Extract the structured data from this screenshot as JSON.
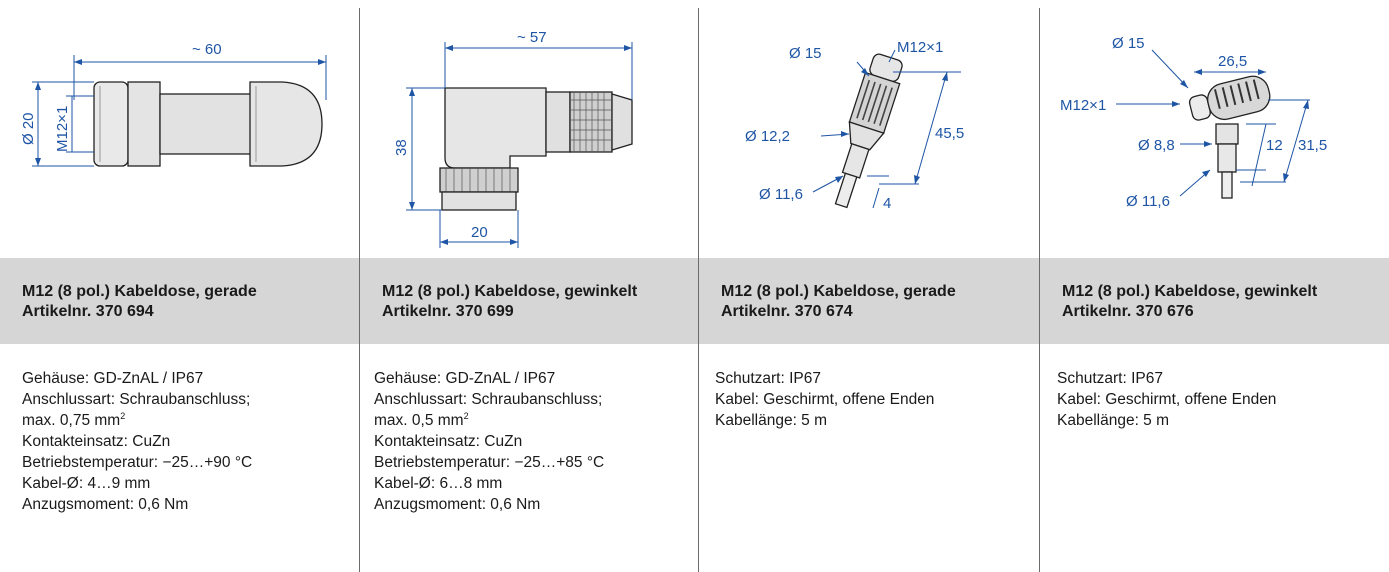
{
  "products": [
    {
      "title": "M12 (8 pol.) Kabeldose, gerade",
      "article": "Artikelnr. 370 694",
      "dims": {
        "length": "~ 60",
        "diameter": "Ø 20",
        "thread": "M12×1"
      },
      "specs": [
        "Gehäuse: GD-ZnAL / IP67",
        "Anschlussart: Schraubanschluss;",
        "max. 0,75 mm",
        "Kontakteinsatz: CuZn",
        "Betriebstemperatur: −25…+90 °C",
        "Kabel-Ø: 4…9 mm",
        "Anzugsmoment: 0,6 Nm"
      ],
      "sup": "2"
    },
    {
      "title": "M12 (8 pol.) Kabeldose, gewinkelt",
      "article": "Artikelnr. 370 699",
      "dims": {
        "length": "~ 57",
        "height": "38",
        "width": "20"
      },
      "specs": [
        "Gehäuse: GD-ZnAL / IP67",
        "Anschlussart: Schraubanschluss;",
        "max. 0,5 mm",
        "Kontakteinsatz: CuZn",
        "Betriebstemperatur: −25…+85 °C",
        "Kabel-Ø: 6…8 mm",
        "Anzugsmoment: 0,6 Nm"
      ],
      "sup": "2"
    },
    {
      "title": "M12 (8 pol.) Kabeldose, gerade",
      "article": "Artikelnr. 370 674",
      "dims": {
        "d1": "Ø 15",
        "thread": "M12×1",
        "d2": "Ø 12,2",
        "length": "45,5",
        "d3": "Ø 11,6",
        "small": "4"
      },
      "specs": [
        "Schutzart: IP67",
        "Kabel: Geschirmt, offene Enden",
        "Kabellänge: 5 m"
      ]
    },
    {
      "title": "M12 (8 pol.) Kabeldose, gewinkelt",
      "article": "Artikelnr. 370 676",
      "dims": {
        "d1": "Ø 15",
        "width": "26,5",
        "thread": "M12×1",
        "d2": "Ø 8,8",
        "h1": "12",
        "h2": "31,5",
        "d3": "Ø 11,6"
      },
      "specs": [
        "Schutzart: IP67",
        "Kabel: Geschirmt, offene Enden",
        "Kabellänge: 5 m"
      ]
    }
  ],
  "colors": {
    "dimension": "#1e55a5",
    "band": "#d6d6d6",
    "separator": "#6b6b6b"
  }
}
